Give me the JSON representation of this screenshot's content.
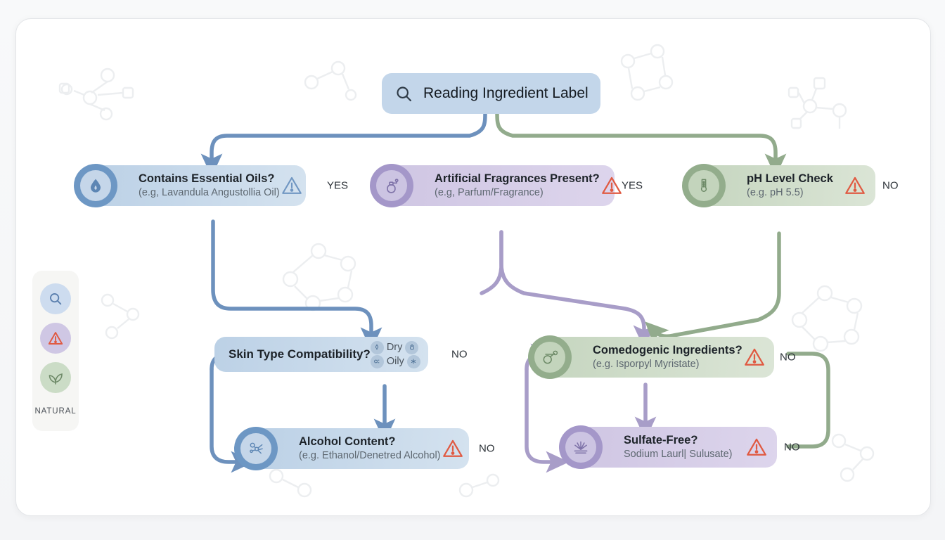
{
  "app": {
    "legend_label": "NATURAL",
    "legend_icons": [
      "search-icon",
      "warning-icon",
      "leaf-icon"
    ]
  },
  "colors": {
    "blue": "#6d97c4",
    "blue_pill": "#bcd1e6",
    "purple": "#a497c9",
    "purple_pill": "#cfc6e3",
    "green": "#93ad8c",
    "green_pill": "#c6d6c0",
    "warning_red": "#e05a42",
    "warning_blue": "#6d97c4",
    "card_bg": "#ffffff"
  },
  "root": {
    "title": "Reading Ingredient Label",
    "icon": "search-icon"
  },
  "nodes": [
    {
      "id": "essential-oils",
      "title": "Contains Essential Oils?",
      "sub": "(e.g, Lavandula Angustollia Oil)",
      "answer": "YES",
      "color": "blue",
      "icon": "droplet-icon",
      "warning": "warning-triangle-blue"
    },
    {
      "id": "artificial-fragrances",
      "title": "Artificial Fragrances Present?",
      "sub": "(e.g, Parfum/Fragrance)",
      "answer": "YES",
      "color": "purple",
      "icon": "perfume-bottle-icon",
      "warning": "warning-triangle-red"
    },
    {
      "id": "ph-level",
      "title": "pH Level Check",
      "sub": "(e.g. pH 5.5)",
      "answer": "NO",
      "color": "green",
      "icon": "ph-strip-icon",
      "warning": "warning-triangle-red"
    },
    {
      "id": "skin-type",
      "title": "Skin Type Compatibility?",
      "sub": "",
      "answer": "NO",
      "color": "blue",
      "icon": "",
      "warning": "",
      "chips": [
        {
          "label": "Dry",
          "left_icon": "dry-skin-icon",
          "right_icon": "dry-skin-alt-icon"
        },
        {
          "label": "Oily",
          "left_icon": "oily-skin-icon",
          "right_icon": "oily-skin-alt-icon"
        }
      ]
    },
    {
      "id": "comedogenic",
      "title": "Comedogenic Ingredients?",
      "sub": "(e.g. Isporpyl Myristate)",
      "answer": "NO",
      "color": "green",
      "icon": "pore-clog-icon",
      "warning": "warning-triangle-red"
    },
    {
      "id": "alcohol-content",
      "title": "Alcohol Content?",
      "sub": "(e.g. Ethanol/Denetred Alcohol)",
      "answer": "NO",
      "color": "blue",
      "icon": "alcohol-molecule-icon",
      "warning": "warning-triangle-red"
    },
    {
      "id": "sulfate-free",
      "title": "Sulfate-Free?",
      "sub": "Sodium Laurl| Sulusate)",
      "answer": "NO",
      "color": "purple",
      "icon": "foam-icon",
      "warning": "warning-triangle-red"
    }
  ]
}
